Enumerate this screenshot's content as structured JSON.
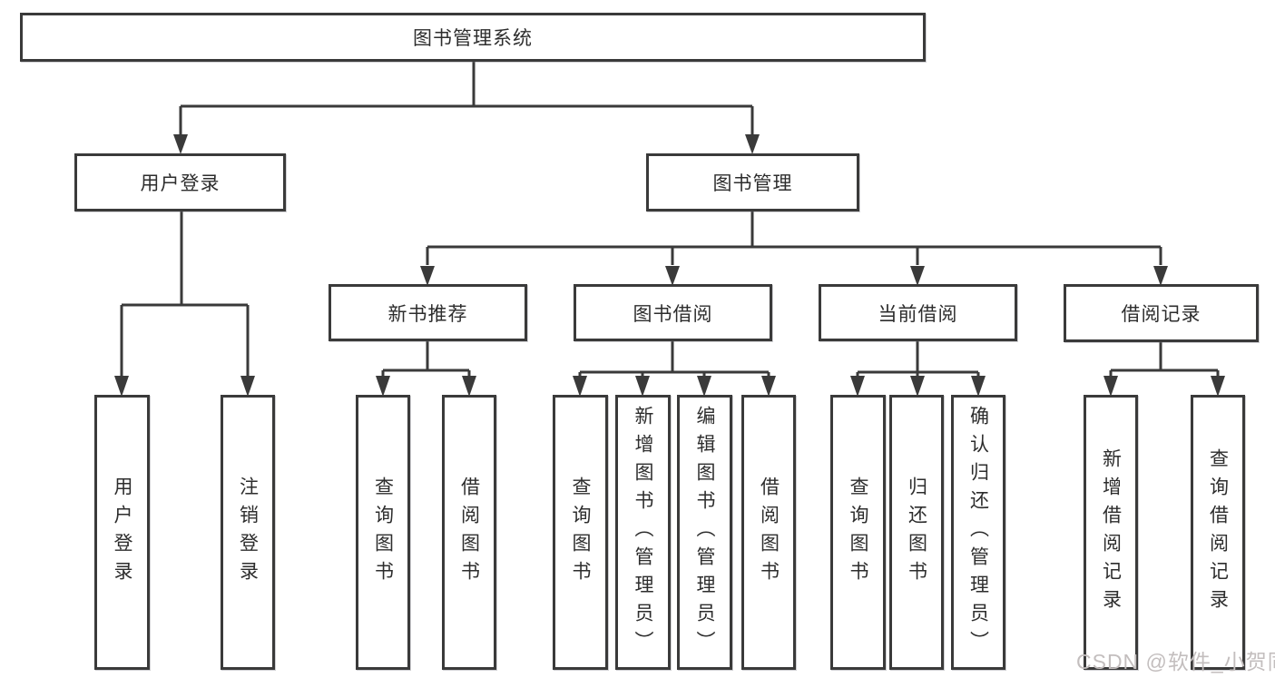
{
  "diagram": {
    "root": {
      "label": "图书管理系统"
    },
    "level2": [
      {
        "label": "用户登录"
      },
      {
        "label": "图书管理"
      }
    ],
    "level3": [
      {
        "label": "新书推荐"
      },
      {
        "label": "图书借阅"
      },
      {
        "label": "当前借阅"
      },
      {
        "label": "借阅记录"
      }
    ],
    "leaves": [
      {
        "label": "用户登录"
      },
      {
        "label": "注销登录"
      },
      {
        "label": "查询图书"
      },
      {
        "label": "借阅图书"
      },
      {
        "label": "查询图书"
      },
      {
        "label": "新增图书（管理员）"
      },
      {
        "label": "编辑图书（管理员）"
      },
      {
        "label": "借阅图书"
      },
      {
        "label": "查询图书"
      },
      {
        "label": "归还图书"
      },
      {
        "label": "确认归还（管理员）"
      },
      {
        "label": "新增借阅记录"
      },
      {
        "label": "查询借阅记录"
      }
    ],
    "watermark": "CSDN @软件_小贺同学",
    "colors": {
      "line": "#3a3a3a",
      "text": "#2d2d2d",
      "watermark": "#c3bebe",
      "background": "#ffffff"
    }
  }
}
